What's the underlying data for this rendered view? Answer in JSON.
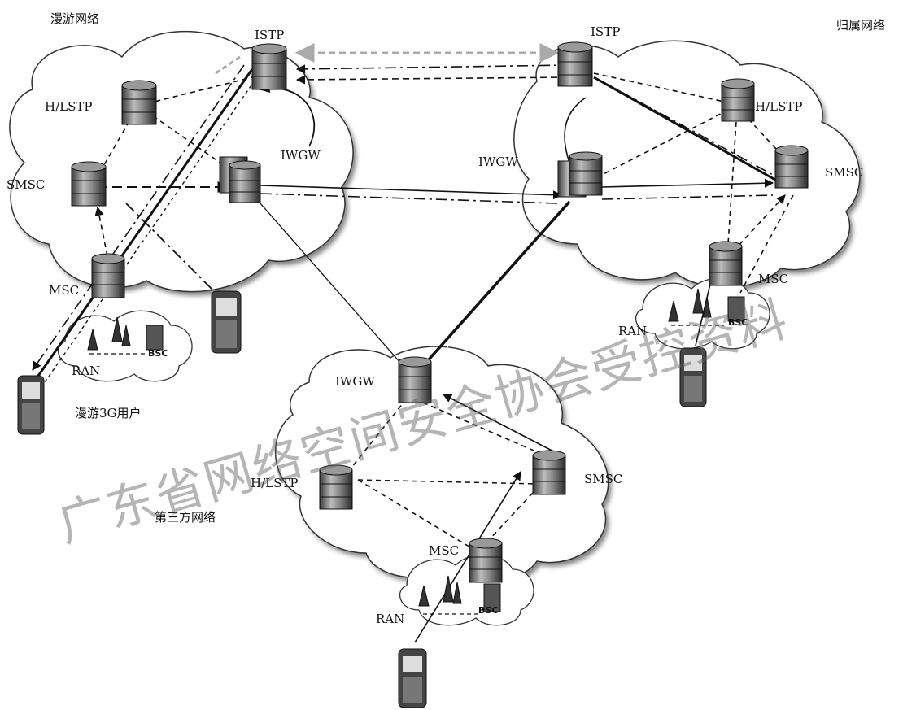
{
  "networks": {
    "roaming": "漫游网络",
    "home": "归属网络",
    "third_party": "第三方网络"
  },
  "nodes": {
    "istp_left": "ISTP",
    "istp_right": "ISTP",
    "hlstp_left": "H/LSTP",
    "hlstp_right": "H/LSTP",
    "hlstp_bottom": "H/LSTP",
    "smsc_left": "SMSC",
    "smsc_right": "SMSC",
    "smsc_bottom": "SMSC",
    "iwgw_left": "IWGW",
    "iwgw_right": "IWGW",
    "iwgw_bottom": "IWGW",
    "msc_left": "MSC",
    "msc_right": "MSC",
    "msc_bottom": "MSC",
    "ran_left": "RAN",
    "ran_right": "RAN",
    "ran_bottom": "RAN",
    "bsc_left": "BSC",
    "bsc_right": "BSC",
    "bsc_bottom": "BSC"
  },
  "user_label": "漫游3G用户",
  "watermark": "广东省网络空间安全协会受控资料"
}
